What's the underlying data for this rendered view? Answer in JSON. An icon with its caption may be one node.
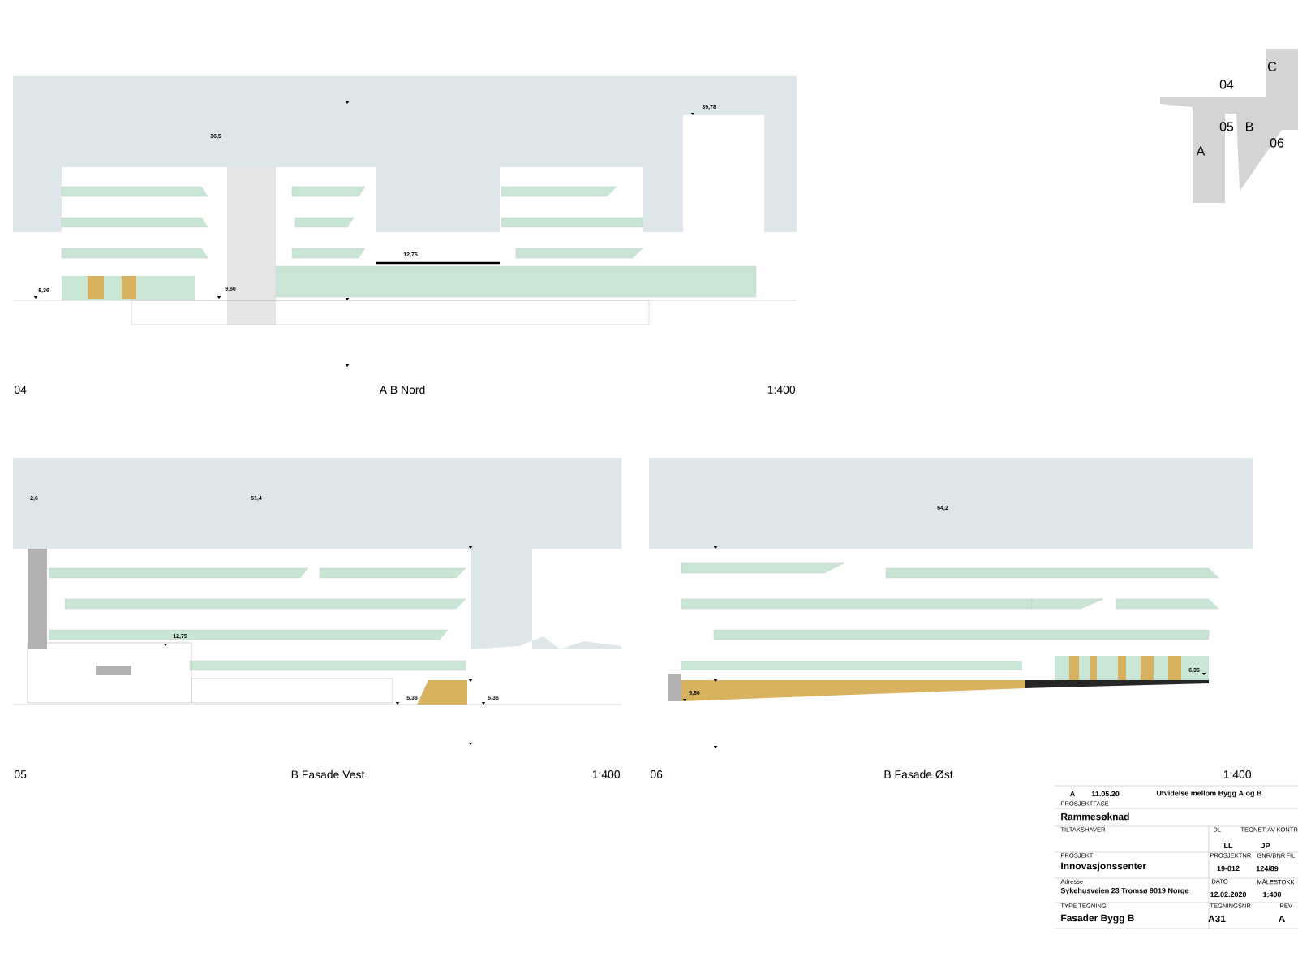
{
  "diagram": {
    "labels": [
      "36,5",
      "39,78",
      "12,75",
      "8,36",
      "9,60",
      "04",
      "A B Nord",
      "1:400",
      "C",
      "04",
      "05",
      "B",
      "A",
      "06",
      "2,6",
      "51,4",
      "12,75",
      "5,36",
      "5,36",
      "64,2",
      "5,80",
      "6,35",
      "05",
      "B Fasade Vest",
      "1:400",
      "06",
      "B Fasade Øst",
      "1:400",
      "A",
      "11.05.20",
      "Utvidelse mellom Bygg A og B",
      "PROSJEKTFASE",
      "Rammesøknad",
      "TILTAKSHAVER",
      "DL",
      "TEGNET AV",
      "KONTR",
      "LL",
      "JP",
      "PROSJEKT",
      "PROSJEKTNR",
      "GNR/BNR",
      "FIL",
      "Innovasjonssenter",
      "19-012",
      "124/89",
      "Adresse",
      "DATO",
      "MÅLESTOKK",
      "Sykehusveien 23 Tromsø 9019 Norge",
      "12.02.2020",
      "1:400",
      "TYPE TEGNING",
      "TEGNINGSNR",
      "REV",
      "Fasader Bygg B",
      "A31",
      "A"
    ]
  }
}
